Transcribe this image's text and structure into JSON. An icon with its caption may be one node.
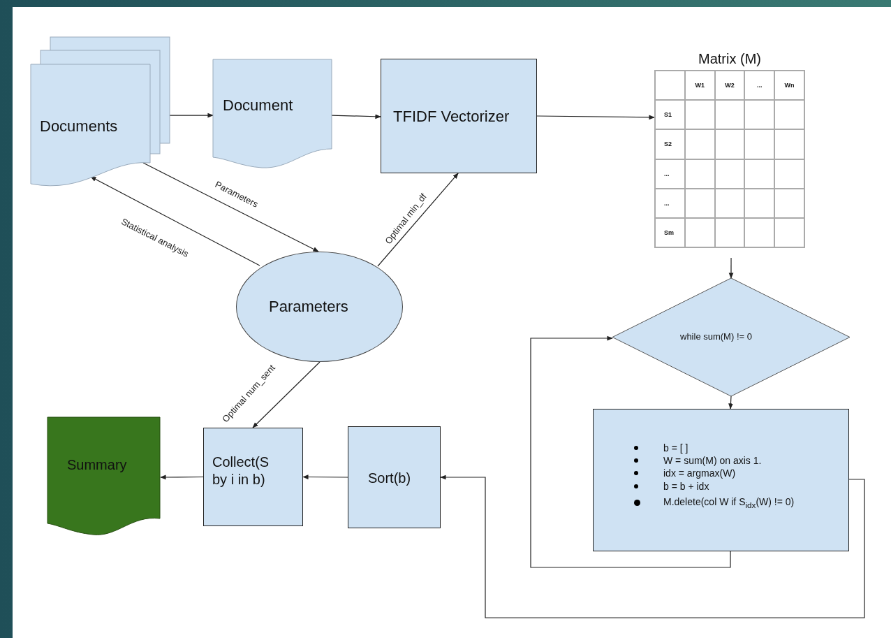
{
  "diagram": {
    "nodes": [
      {
        "text": [
          "Documents"
        ]
      },
      {
        "text": [
          "Document"
        ]
      },
      {
        "text": [
          "TFIDF Vectorizer"
        ]
      },
      {
        "text": [
          "Matrix (M)"
        ]
      },
      {
        "text": [
          "Parameters"
        ]
      },
      {
        "text": [
          "while sum(M) != 0"
        ]
      },
      {
        "text": [
          "b = [ ]",
          "W = sum(M) on axis 1.",
          "idx = argmax(W)",
          "b = b + idx",
          "M.delete(col W if S$_{idx}$(W) != 0)"
        ]
      },
      {
        "text": [
          "Sort(b)"
        ]
      },
      {
        "text": [
          "Collect(S by i in b)"
        ]
      },
      {
        "text": [
          "Summary"
        ]
      }
    ],
    "edges": [
      {
        "from": 0,
        "to": 1,
        "arrow": "to"
      },
      {
        "from": 1,
        "to": 2,
        "arrow": "to"
      },
      {
        "from": 2,
        "to": 3,
        "arrow": "to"
      },
      {
        "from": 0,
        "to": 4,
        "arrow": "to",
        "label": "Parameters"
      },
      {
        "from": 4,
        "to": 0,
        "arrow": "to",
        "label": "Statistical analysis"
      },
      {
        "from": 4,
        "to": 2,
        "arrow": "to",
        "label": "Optimal min_df"
      },
      {
        "from": 4,
        "to": 8,
        "arrow": "to",
        "label": "Optimal num_sent"
      },
      {
        "from": 3,
        "to": 5,
        "arrow": "to"
      },
      {
        "from": 5,
        "to": 6,
        "arrow": "to"
      },
      {
        "from": 6,
        "to": 5,
        "arrow": "to"
      },
      {
        "from": 6,
        "to": 7,
        "arrow": "to"
      },
      {
        "from": 7,
        "to": 8,
        "arrow": "to"
      },
      {
        "from": 8,
        "to": 9,
        "arrow": "to"
      }
    ],
    "labels": [
      "W1",
      "W2",
      "...",
      "Wn",
      "S1",
      "S2",
      "...",
      "...",
      "Sm"
    ]
  }
}
